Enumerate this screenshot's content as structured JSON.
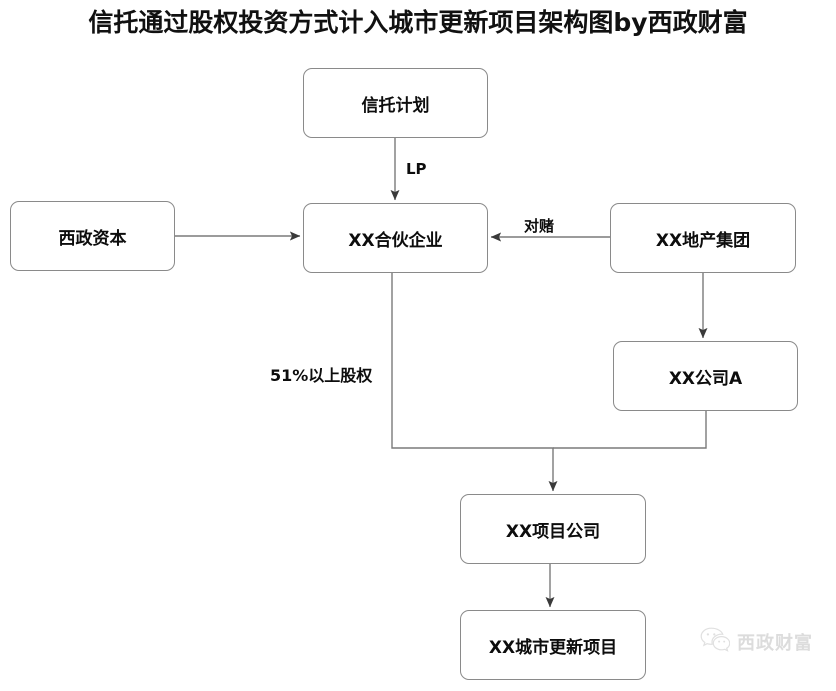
{
  "title": "信托通过股权投资方式计入城市更新项目架构图by西政财富",
  "nodes": {
    "trust_plan": "信托计划",
    "xizheng_capital": "西政资本",
    "partnership": "XX合伙企业",
    "property_group": "XX地产集团",
    "company_a": "XX公司A",
    "project_company": "XX项目公司",
    "urban_renewal": "XX城市更新项目"
  },
  "edge_labels": {
    "lp": "LP",
    "bet": "对赌",
    "equity": "51%以上股权"
  },
  "watermark": {
    "text": "西政财富",
    "icon": "wechat-icon"
  },
  "colors": {
    "background": "#ffffff",
    "node_border": "#8a8a8a",
    "node_fill": "#ffffff",
    "text": "#0d0d0d",
    "connector": "#7a7a7a",
    "watermark": "#8f8f8f"
  }
}
